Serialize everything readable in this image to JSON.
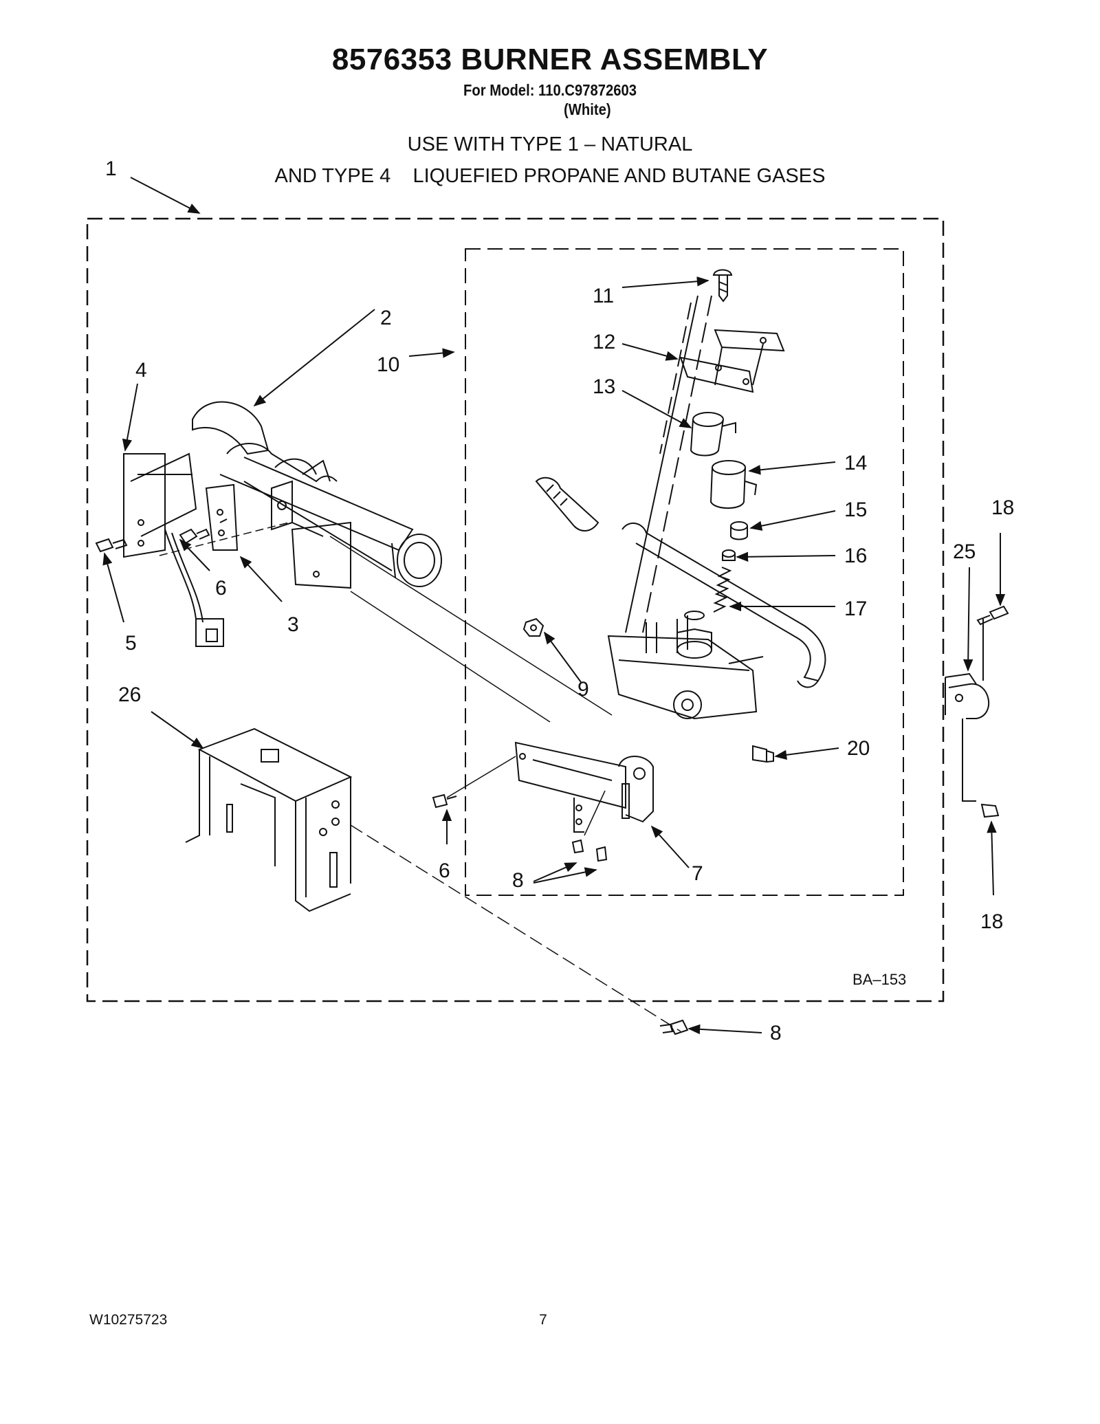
{
  "header": {
    "title": "8576353 BURNER ASSEMBLY",
    "model": "For Model: 110.C97872603",
    "color": "(White)"
  },
  "usage": {
    "line1": "USE WITH TYPE 1 –  NATURAL",
    "line2": "AND TYPE 4    LIQUEFIED PROPANE AND BUTANE GASES"
  },
  "callouts": {
    "c1": "1",
    "c2": "2",
    "c3": "3",
    "c4": "4",
    "c5": "5",
    "c6a": "6",
    "c6b": "6",
    "c7": "7",
    "c8a": "8",
    "c8b": "8",
    "c9": "9",
    "c10": "10",
    "c11": "11",
    "c12": "12",
    "c13": "13",
    "c14": "14",
    "c15": "15",
    "c16": "16",
    "c17": "17",
    "c18a": "18",
    "c18b": "18",
    "c20": "20",
    "c25": "25",
    "c26": "26"
  },
  "diagram_code": "BA–153",
  "footer": {
    "doc_number": "W10275723",
    "page_number": "7"
  }
}
